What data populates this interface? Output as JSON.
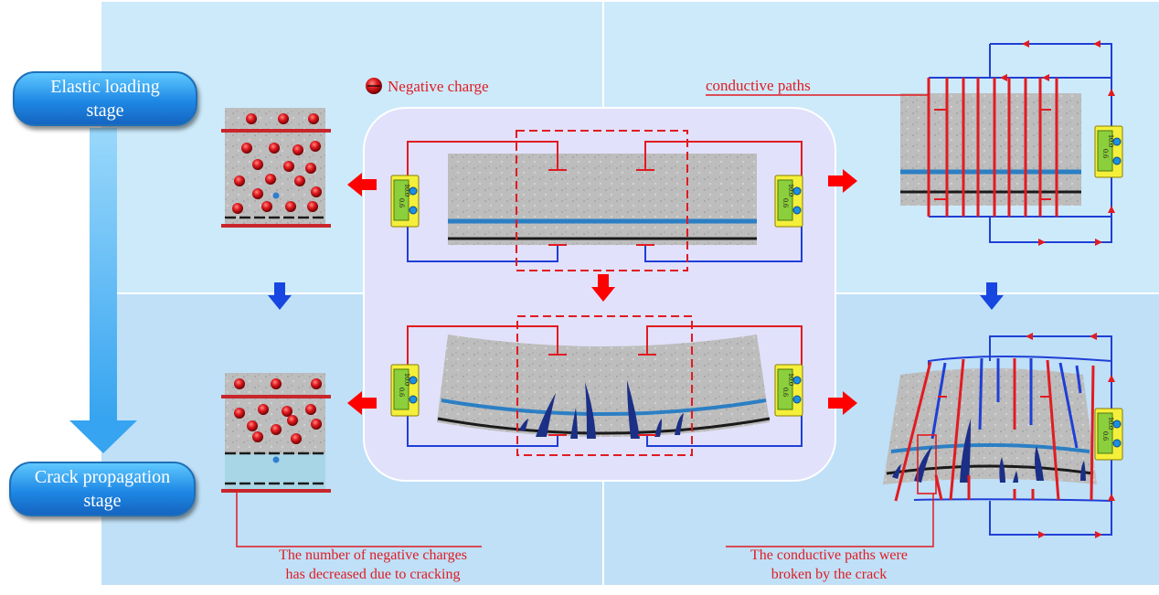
{
  "stages": {
    "elastic": "Elastic loading\nstage",
    "crack": "Crack propagation\nstage"
  },
  "legend": {
    "label": "Negative charge"
  },
  "annotations": {
    "conductive_paths": "conductive paths",
    "charges_decreased": "The number of negative charges\nhas decreased due to cracking",
    "paths_broken": "The conductive paths were\nbroken by the crack"
  },
  "meter": {
    "reading_a": "0.6",
    "reading_b": "10.0"
  },
  "colors": {
    "positive_wire": "#e11b22",
    "negative_wire": "#1f3fd6",
    "arrow": "#ff0000",
    "flow_arrow": "#1846e0",
    "panel_top": "#cdeafa",
    "panel_bottom": "#bfe0f7",
    "center_panel": "#e1e1fb",
    "meter_body": "#f4ef3a",
    "meter_screen": "#8ccf3c",
    "blue_layer": "#2b7fc4",
    "crack": "#1c2f86"
  },
  "icons": {
    "charge": "negative-charge-icon",
    "meter": "multimeter-icon",
    "arrow": "arrow-icon"
  }
}
